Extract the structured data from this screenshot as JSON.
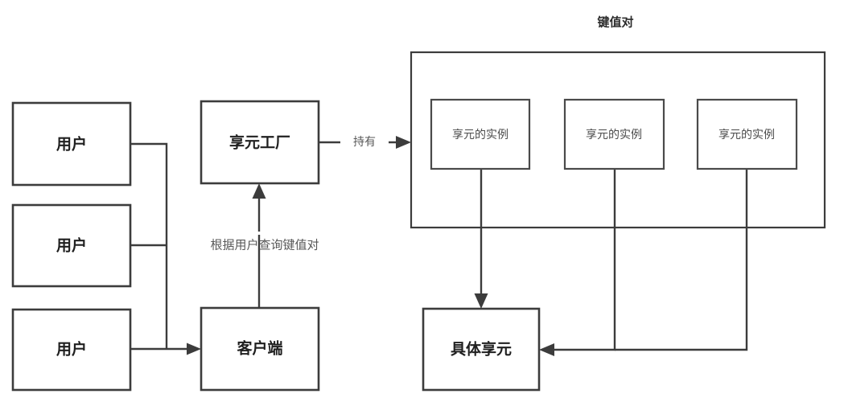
{
  "diagram": {
    "title_text": "键值对",
    "nodes": {
      "user1": "用户",
      "user2": "用户",
      "user3": "用户",
      "factory": "享元工厂",
      "client": "客户端",
      "concrete": "具体享元",
      "instance1": "享元的实例",
      "instance2": "享元的实例",
      "instance3": "享元的实例"
    },
    "edges": {
      "holds": "持有",
      "query": "根据用户查询键值对"
    },
    "colors": {
      "stroke": "#3c3c3c",
      "inner_stroke": "#4a4a4a",
      "text": "#1f1f1f",
      "muted_text": "#585858",
      "background": "#ffffff"
    }
  }
}
